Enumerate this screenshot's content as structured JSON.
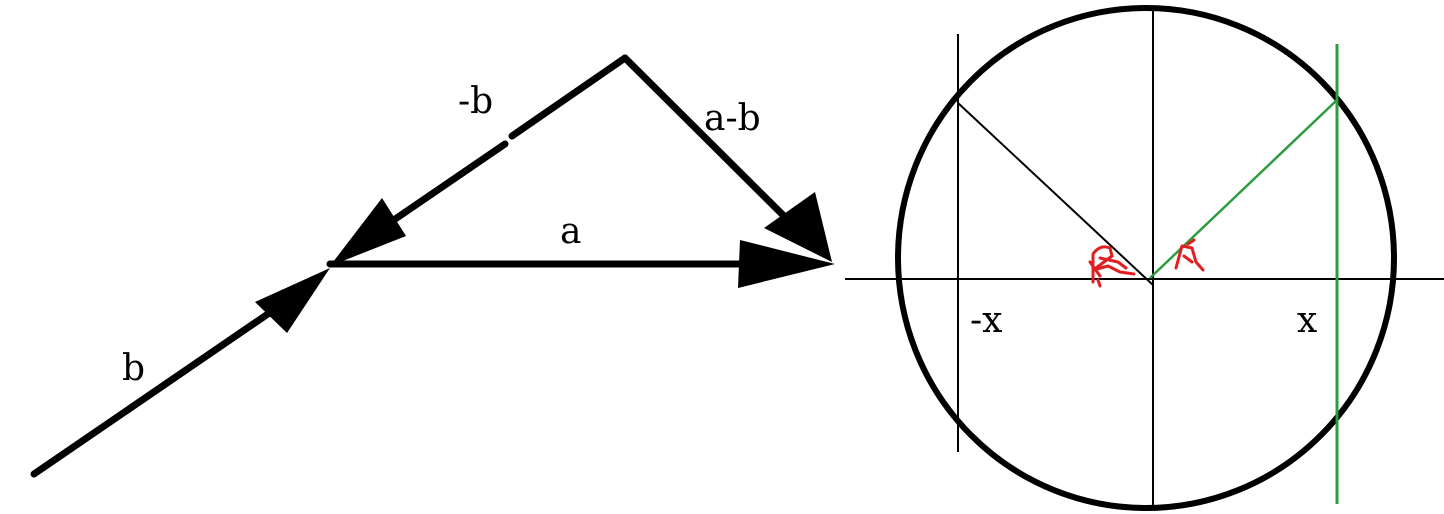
{
  "vector_diagram": {
    "labels": {
      "b": "b",
      "neg_b": "-b",
      "a_minus_b": "a-b",
      "a": "a"
    },
    "stroke_color": "#000000"
  },
  "circle_diagram": {
    "labels": {
      "neg_x": "-x",
      "x": "x"
    },
    "colors": {
      "circle": "#000000",
      "axes": "#000000",
      "left_construction": "#000000",
      "right_construction": "#2e9b3e",
      "angle_marks": "#e02020"
    }
  }
}
